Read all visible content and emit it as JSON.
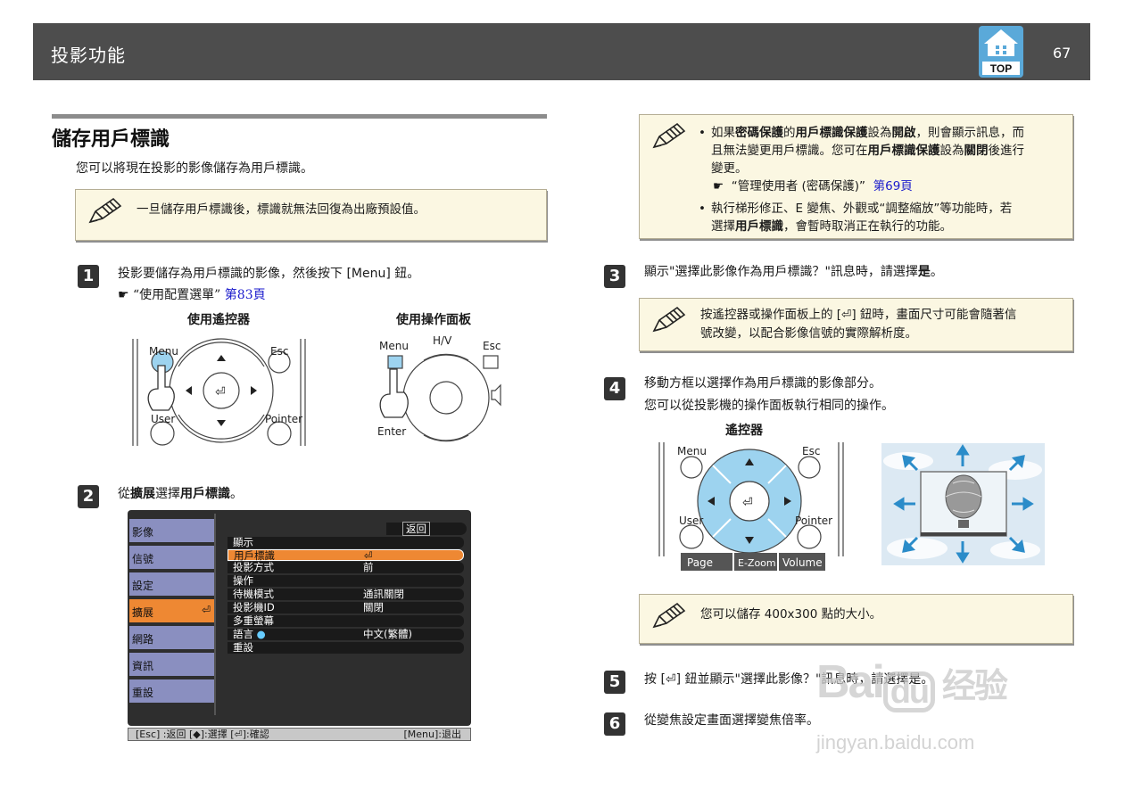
{
  "header": {
    "title": "投影功能",
    "page": "67",
    "top_label": "TOP"
  },
  "section": {
    "title": "儲存用戶標識",
    "intro": "您可以將現在投影的影像儲存為用戶標識。"
  },
  "note1": {
    "text": "一旦儲存用戶標識後，標識就無法回復為出廠預設值。"
  },
  "step1": {
    "num": "1",
    "text": "投影要儲存為用戶標識的影像，然後按下 [Menu] 鈕。",
    "ref_mark": "☛",
    "ref_text": "“使用配置選單”",
    "ref_page": "第83頁",
    "caption_remote": "使用遙控器",
    "caption_panel": "使用操作面板",
    "remote_labels": {
      "menu": "Menu",
      "esc": "Esc",
      "user": "User",
      "pointer": "Pointer"
    },
    "panel_labels": {
      "menu": "Menu",
      "hv": "H/V",
      "esc": "Esc",
      "enter": "Enter"
    }
  },
  "step2": {
    "num": "2",
    "pre": "從",
    "b1": "擴展",
    "mid": "選擇",
    "b2": "用戶標識",
    "post": "。",
    "menu": {
      "left_items": [
        "影像",
        "信號",
        "設定",
        "擴展",
        "網路",
        "資訊",
        "重設"
      ],
      "back": "返回",
      "right_items": [
        {
          "label": "顯示",
          "value": ""
        },
        {
          "label": "用戶標識",
          "value": ""
        },
        {
          "label": "投影方式",
          "value": "前"
        },
        {
          "label": "操作",
          "value": ""
        },
        {
          "label": "待機模式",
          "value": "通訊關閉"
        },
        {
          "label": "投影機ID",
          "value": "關閉"
        },
        {
          "label": "多重螢幕",
          "value": ""
        },
        {
          "label": "語言",
          "value": "中文(繁體)"
        },
        {
          "label": "重設",
          "value": ""
        }
      ],
      "footer_left": "[Esc] :返回 [◆]:選擇 [⏎]:確認",
      "footer_right": "[Menu]:退出"
    }
  },
  "note2": {
    "b1_p1": "如果",
    "b1_b1": "密碼保護",
    "b1_p2": "的",
    "b1_b2": "用戶標識保護",
    "b1_p3": "設為",
    "b1_b3": "開啟",
    "b1_p4": "，則會顯示訊息，而",
    "b1_line2_p1": "且無法變更用戶標識。您可在",
    "b1_line2_b1": "用戶標識保護",
    "b1_line2_p2": "設為",
    "b1_line2_b2": "關閉",
    "b1_line2_p3": "後進行",
    "b1_line3": "變更。",
    "ref_mark": "☛",
    "ref_text": "“管理使用者 (密碼保護)”",
    "ref_page": "第69頁",
    "b2_line1": "執行梯形修正、E 變焦、外觀或“調整縮放”等功能時，若",
    "b2_line2_p1": "選擇",
    "b2_line2_b1": "用戶標識",
    "b2_line2_p2": "，會暫時取消正在執行的功能。"
  },
  "step3": {
    "num": "3",
    "pre": "顯示\"選擇此影像作為用戶標識？\"訊息時，請選擇",
    "b": "是",
    "post": "。"
  },
  "note3": {
    "line1": "按遙控器或操作面板上的 [⏎] 鈕時，畫面尺寸可能會隨著信",
    "line2": "號改變，以配合影像信號的實際解析度。"
  },
  "step4": {
    "num": "4",
    "line1": "移動方框以選擇作為用戶標識的影像部分。",
    "line2": "您可以從投影機的操作面板執行相同的操作。",
    "caption": "遙控器",
    "remote_labels": {
      "menu": "Menu",
      "esc": "Esc",
      "user": "User",
      "pointer": "Pointer",
      "page": "Page",
      "ezoom": "E-Zoom",
      "volume": "Volume"
    }
  },
  "note4": {
    "text": "您可以儲存 400x300 點的大小。"
  },
  "step5": {
    "num": "5",
    "text": "按 [⏎] 鈕並顯示\"選擇此影像？\"訊息時，請選擇是。"
  },
  "step6": {
    "num": "6",
    "text": "從變焦設定畫面選擇變焦倍率。"
  },
  "watermark": {
    "brand": "Bai",
    "brand2": "经验",
    "url": "jingyan.baidu.com"
  },
  "colors": {
    "header_bg": "#4d4d4d",
    "note_bg": "#fbf7e2",
    "accent_orange": "#ee8833",
    "menu_tab": "#8a8fc0",
    "link": "#1a1acc",
    "key_blue": "#9dd3ef"
  }
}
